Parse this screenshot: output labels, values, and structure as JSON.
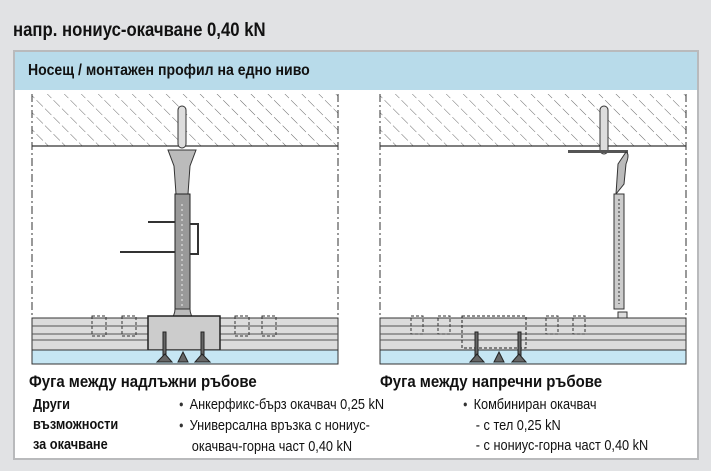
{
  "title": "напр. нониус-окачване 0,40 kN",
  "section_header": "Носещ / монтажен профил на едно ниво",
  "left_diagram": {
    "caption": "Фуга между надлъжни ръбове"
  },
  "right_diagram": {
    "caption": "Фуга между напречни ръбове"
  },
  "other_options": {
    "label": [
      "Други",
      "възможности",
      "за окачване"
    ],
    "left_items": [
      "Анкерфикс-бърз окачвач 0,25 kN",
      "Универсална връзка с нониус-",
      "окачвач-горна част 0,40 kN"
    ],
    "right_items": [
      "Комбиниран окачвач",
      "- с тел 0,25 kN",
      "- с нониус-горна част 0,40 kN"
    ]
  },
  "colors": {
    "header_bar": "#b8dbea",
    "board": "#c6e6f3",
    "background": "#e1e2e4"
  }
}
